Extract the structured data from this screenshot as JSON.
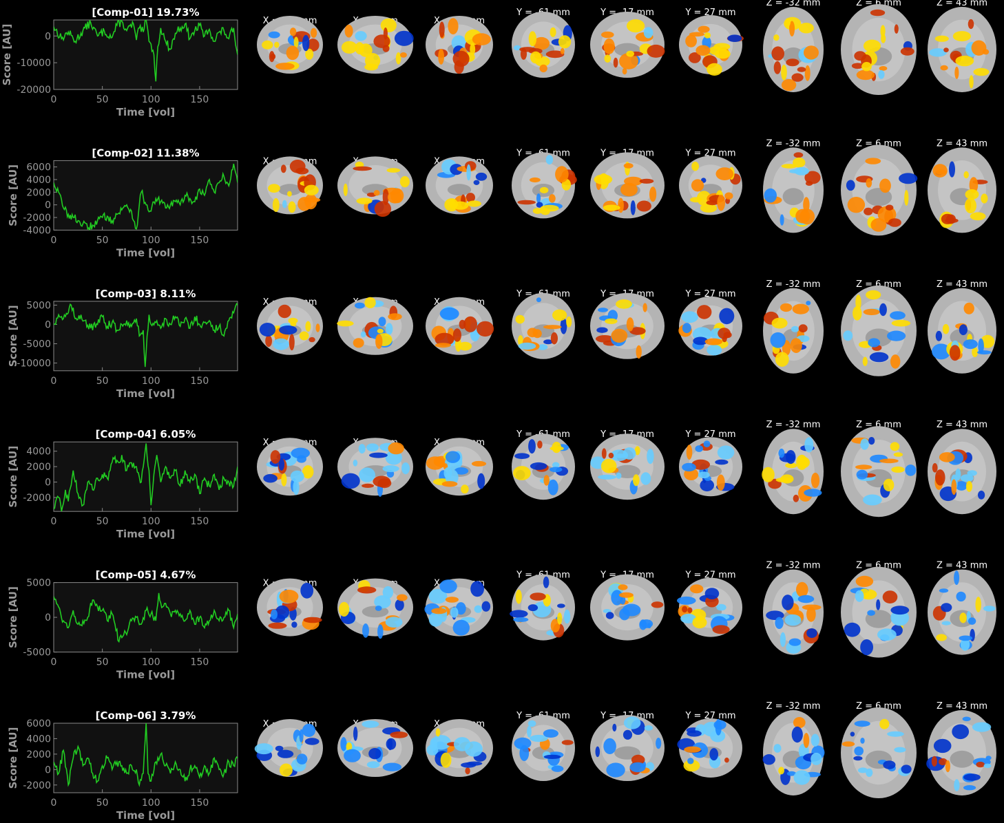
{
  "chart_data": {
    "type": "line",
    "x_label": "Time [vol]",
    "y_label": "Score [AU]",
    "x_ticks": [
      0,
      50,
      100,
      150
    ],
    "x_range": [
      0,
      189
    ],
    "series_color": "#22cc22",
    "slice_labels": [
      "X = -33 mm",
      "X = 2 mm",
      "X = 37 mm",
      "Y = -61 mm",
      "Y = -17 mm",
      "Y = 27 mm",
      "Z = -32 mm",
      "Z = 6 mm",
      "Z = 43 mm"
    ],
    "overlay_colors": {
      "positive": [
        "#cc3300",
        "#ff8800",
        "#ffdd00"
      ],
      "negative": [
        "#0033cc",
        "#1e88ff",
        "#66ccff"
      ],
      "anatomy": "#b4b4b4"
    },
    "components": [
      {
        "title": "[Comp-01] 19.73%",
        "ylim": [
          -20000,
          6000
        ],
        "y_ticks": [
          "0",
          "-10000",
          "-20000"
        ],
        "y_tick_values": [
          0,
          -10000,
          -20000
        ],
        "series_points": [
          [
            0,
            3500
          ],
          [
            8,
            -1000
          ],
          [
            15,
            1500
          ],
          [
            22,
            -2000
          ],
          [
            30,
            2000
          ],
          [
            38,
            5000
          ],
          [
            45,
            0
          ],
          [
            52,
            1800
          ],
          [
            60,
            -500
          ],
          [
            65,
            4000
          ],
          [
            70,
            5500
          ],
          [
            75,
            2000
          ],
          [
            82,
            4500
          ],
          [
            85,
            -1500
          ],
          [
            88,
            3000
          ],
          [
            92,
            1500
          ],
          [
            95,
            6000
          ],
          [
            98,
            -2000
          ],
          [
            100,
            -3000
          ],
          [
            103,
            -7000
          ],
          [
            105,
            -17000
          ],
          [
            107,
            -4000
          ],
          [
            110,
            3000
          ],
          [
            115,
            -2000
          ],
          [
            120,
            -5000
          ],
          [
            125,
            1000
          ],
          [
            130,
            3000
          ],
          [
            135,
            4500
          ],
          [
            140,
            -1000
          ],
          [
            145,
            2000
          ],
          [
            150,
            4000
          ],
          [
            155,
            0
          ],
          [
            160,
            2500
          ],
          [
            165,
            -2000
          ],
          [
            170,
            1500
          ],
          [
            175,
            2000
          ],
          [
            180,
            -1000
          ],
          [
            185,
            3000
          ],
          [
            189,
            -7000
          ]
        ]
      },
      {
        "title": "[Comp-02] 11.38%",
        "ylim": [
          -4000,
          7000
        ],
        "y_ticks": [
          "6000",
          "4000",
          "2000",
          "0",
          "-2000",
          "-4000"
        ],
        "y_tick_values": [
          6000,
          4000,
          2000,
          0,
          -2000,
          -4000
        ],
        "series_points": [
          [
            0,
            3500
          ],
          [
            5,
            2000
          ],
          [
            10,
            -500
          ],
          [
            15,
            -1500
          ],
          [
            20,
            -2000
          ],
          [
            25,
            -2500
          ],
          [
            30,
            -3000
          ],
          [
            35,
            -3800
          ],
          [
            40,
            -3200
          ],
          [
            45,
            -2500
          ],
          [
            50,
            -2000
          ],
          [
            55,
            -1800
          ],
          [
            60,
            -2500
          ],
          [
            65,
            -1500
          ],
          [
            70,
            -800
          ],
          [
            75,
            0
          ],
          [
            80,
            -1000
          ],
          [
            82,
            -2500
          ],
          [
            85,
            -3800
          ],
          [
            88,
            0
          ],
          [
            90,
            2000
          ],
          [
            95,
            0
          ],
          [
            100,
            -1000
          ],
          [
            105,
            1000
          ],
          [
            110,
            500
          ],
          [
            115,
            -500
          ],
          [
            120,
            0
          ],
          [
            125,
            500
          ],
          [
            130,
            0
          ],
          [
            135,
            1500
          ],
          [
            140,
            1000
          ],
          [
            145,
            500
          ],
          [
            150,
            2500
          ],
          [
            155,
            1500
          ],
          [
            160,
            4000
          ],
          [
            165,
            2000
          ],
          [
            170,
            3500
          ],
          [
            175,
            4500
          ],
          [
            180,
            3000
          ],
          [
            185,
            6500
          ],
          [
            189,
            3500
          ]
        ]
      },
      {
        "title": "[Comp-03] 8.11%",
        "ylim": [
          -12000,
          6000
        ],
        "y_ticks": [
          "5000",
          "0",
          "-5000",
          "-10000"
        ],
        "y_tick_values": [
          5000,
          0,
          -5000,
          -10000
        ],
        "series_points": [
          [
            0,
            0
          ],
          [
            5,
            2500
          ],
          [
            10,
            1500
          ],
          [
            15,
            3000
          ],
          [
            18,
            5000
          ],
          [
            22,
            1500
          ],
          [
            28,
            2500
          ],
          [
            32,
            1000
          ],
          [
            38,
            -1000
          ],
          [
            45,
            0
          ],
          [
            50,
            2000
          ],
          [
            55,
            -500
          ],
          [
            60,
            500
          ],
          [
            65,
            -1500
          ],
          [
            70,
            0
          ],
          [
            75,
            1000
          ],
          [
            80,
            -500
          ],
          [
            85,
            1500
          ],
          [
            88,
            -3000
          ],
          [
            92,
            -1500
          ],
          [
            94,
            -11000
          ],
          [
            96,
            -3000
          ],
          [
            98,
            2500
          ],
          [
            100,
            0
          ],
          [
            105,
            500
          ],
          [
            110,
            -1000
          ],
          [
            115,
            1500
          ],
          [
            120,
            0
          ],
          [
            125,
            2000
          ],
          [
            130,
            -500
          ],
          [
            135,
            1500
          ],
          [
            140,
            -1000
          ],
          [
            145,
            2000
          ],
          [
            150,
            0
          ],
          [
            155,
            500
          ],
          [
            160,
            1000
          ],
          [
            165,
            -1500
          ],
          [
            170,
            -500
          ],
          [
            175,
            -3000
          ],
          [
            180,
            1000
          ],
          [
            185,
            3000
          ],
          [
            189,
            5000
          ]
        ]
      },
      {
        "title": "[Comp-04] 6.05%",
        "ylim": [
          -3800,
          5200
        ],
        "y_ticks": [
          "4000",
          "2000",
          "0",
          "-2000"
        ],
        "y_tick_values": [
          4000,
          2000,
          0,
          -2000
        ],
        "series_points": [
          [
            0,
            -3500
          ],
          [
            5,
            -2000
          ],
          [
            8,
            -3800
          ],
          [
            12,
            -1000
          ],
          [
            15,
            -2500
          ],
          [
            20,
            1500
          ],
          [
            25,
            -1500
          ],
          [
            30,
            -3000
          ],
          [
            35,
            0
          ],
          [
            40,
            -1000
          ],
          [
            45,
            500
          ],
          [
            50,
            1000
          ],
          [
            55,
            500
          ],
          [
            58,
            1500
          ],
          [
            62,
            3000
          ],
          [
            67,
            2500
          ],
          [
            70,
            3500
          ],
          [
            75,
            1500
          ],
          [
            80,
            2500
          ],
          [
            85,
            2000
          ],
          [
            90,
            0
          ],
          [
            95,
            5000
          ],
          [
            98,
            1500
          ],
          [
            100,
            -3000
          ],
          [
            103,
            1000
          ],
          [
            106,
            3500
          ],
          [
            110,
            0
          ],
          [
            115,
            2000
          ],
          [
            120,
            500
          ],
          [
            125,
            1500
          ],
          [
            130,
            -500
          ],
          [
            135,
            1500
          ],
          [
            140,
            0
          ],
          [
            145,
            1000
          ],
          [
            150,
            -1500
          ],
          [
            155,
            500
          ],
          [
            160,
            -500
          ],
          [
            165,
            1000
          ],
          [
            170,
            -1000
          ],
          [
            175,
            500
          ],
          [
            180,
            0
          ],
          [
            185,
            -500
          ],
          [
            189,
            2000
          ]
        ]
      },
      {
        "title": "[Comp-05] 4.67%",
        "ylim": [
          -5000,
          5000
        ],
        "y_ticks": [
          "5000",
          "0",
          "-5000"
        ],
        "y_tick_values": [
          5000,
          0,
          -5000
        ],
        "series_points": [
          [
            0,
            3000
          ],
          [
            5,
            1500
          ],
          [
            10,
            -500
          ],
          [
            15,
            -1500
          ],
          [
            20,
            1000
          ],
          [
            25,
            -1000
          ],
          [
            30,
            -500
          ],
          [
            35,
            0
          ],
          [
            40,
            2500
          ],
          [
            45,
            1500
          ],
          [
            50,
            1000
          ],
          [
            55,
            -500
          ],
          [
            60,
            500
          ],
          [
            63,
            -1000
          ],
          [
            67,
            -3500
          ],
          [
            72,
            -2500
          ],
          [
            76,
            -2000
          ],
          [
            80,
            -500
          ],
          [
            85,
            0
          ],
          [
            90,
            -1000
          ],
          [
            95,
            1000
          ],
          [
            100,
            500
          ],
          [
            105,
            -500
          ],
          [
            108,
            3500
          ],
          [
            112,
            1500
          ],
          [
            115,
            2000
          ],
          [
            120,
            500
          ],
          [
            125,
            1000
          ],
          [
            130,
            500
          ],
          [
            135,
            -500
          ],
          [
            140,
            1000
          ],
          [
            145,
            -1000
          ],
          [
            150,
            0
          ],
          [
            155,
            -1500
          ],
          [
            160,
            -500
          ],
          [
            165,
            1000
          ],
          [
            170,
            -500
          ],
          [
            175,
            0
          ],
          [
            180,
            1000
          ],
          [
            185,
            -1500
          ],
          [
            189,
            500
          ]
        ]
      },
      {
        "title": "[Comp-06] 3.79%",
        "ylim": [
          -3000,
          6000
        ],
        "y_ticks": [
          "6000",
          "4000",
          "2000",
          "0",
          "-2000"
        ],
        "y_tick_values": [
          6000,
          4000,
          2000,
          0,
          -2000
        ],
        "series_points": [
          [
            0,
            1000
          ],
          [
            5,
            -500
          ],
          [
            10,
            2500
          ],
          [
            15,
            -2000
          ],
          [
            20,
            1500
          ],
          [
            25,
            3000
          ],
          [
            30,
            500
          ],
          [
            35,
            1500
          ],
          [
            40,
            -500
          ],
          [
            45,
            -1500
          ],
          [
            50,
            500
          ],
          [
            55,
            1500
          ],
          [
            60,
            0
          ],
          [
            65,
            1000
          ],
          [
            70,
            500
          ],
          [
            75,
            -500
          ],
          [
            80,
            500
          ],
          [
            85,
            0
          ],
          [
            88,
            -2000
          ],
          [
            92,
            -500
          ],
          [
            95,
            6000
          ],
          [
            97,
            -500
          ],
          [
            100,
            -1500
          ],
          [
            105,
            1000
          ],
          [
            110,
            2000
          ],
          [
            115,
            500
          ],
          [
            120,
            -500
          ],
          [
            125,
            1000
          ],
          [
            130,
            0
          ],
          [
            135,
            -1500
          ],
          [
            140,
            0
          ],
          [
            145,
            500
          ],
          [
            150,
            -1000
          ],
          [
            155,
            500
          ],
          [
            160,
            -500
          ],
          [
            165,
            1500
          ],
          [
            170,
            0
          ],
          [
            175,
            -500
          ],
          [
            180,
            1000
          ],
          [
            185,
            500
          ],
          [
            189,
            1500
          ]
        ]
      }
    ]
  }
}
